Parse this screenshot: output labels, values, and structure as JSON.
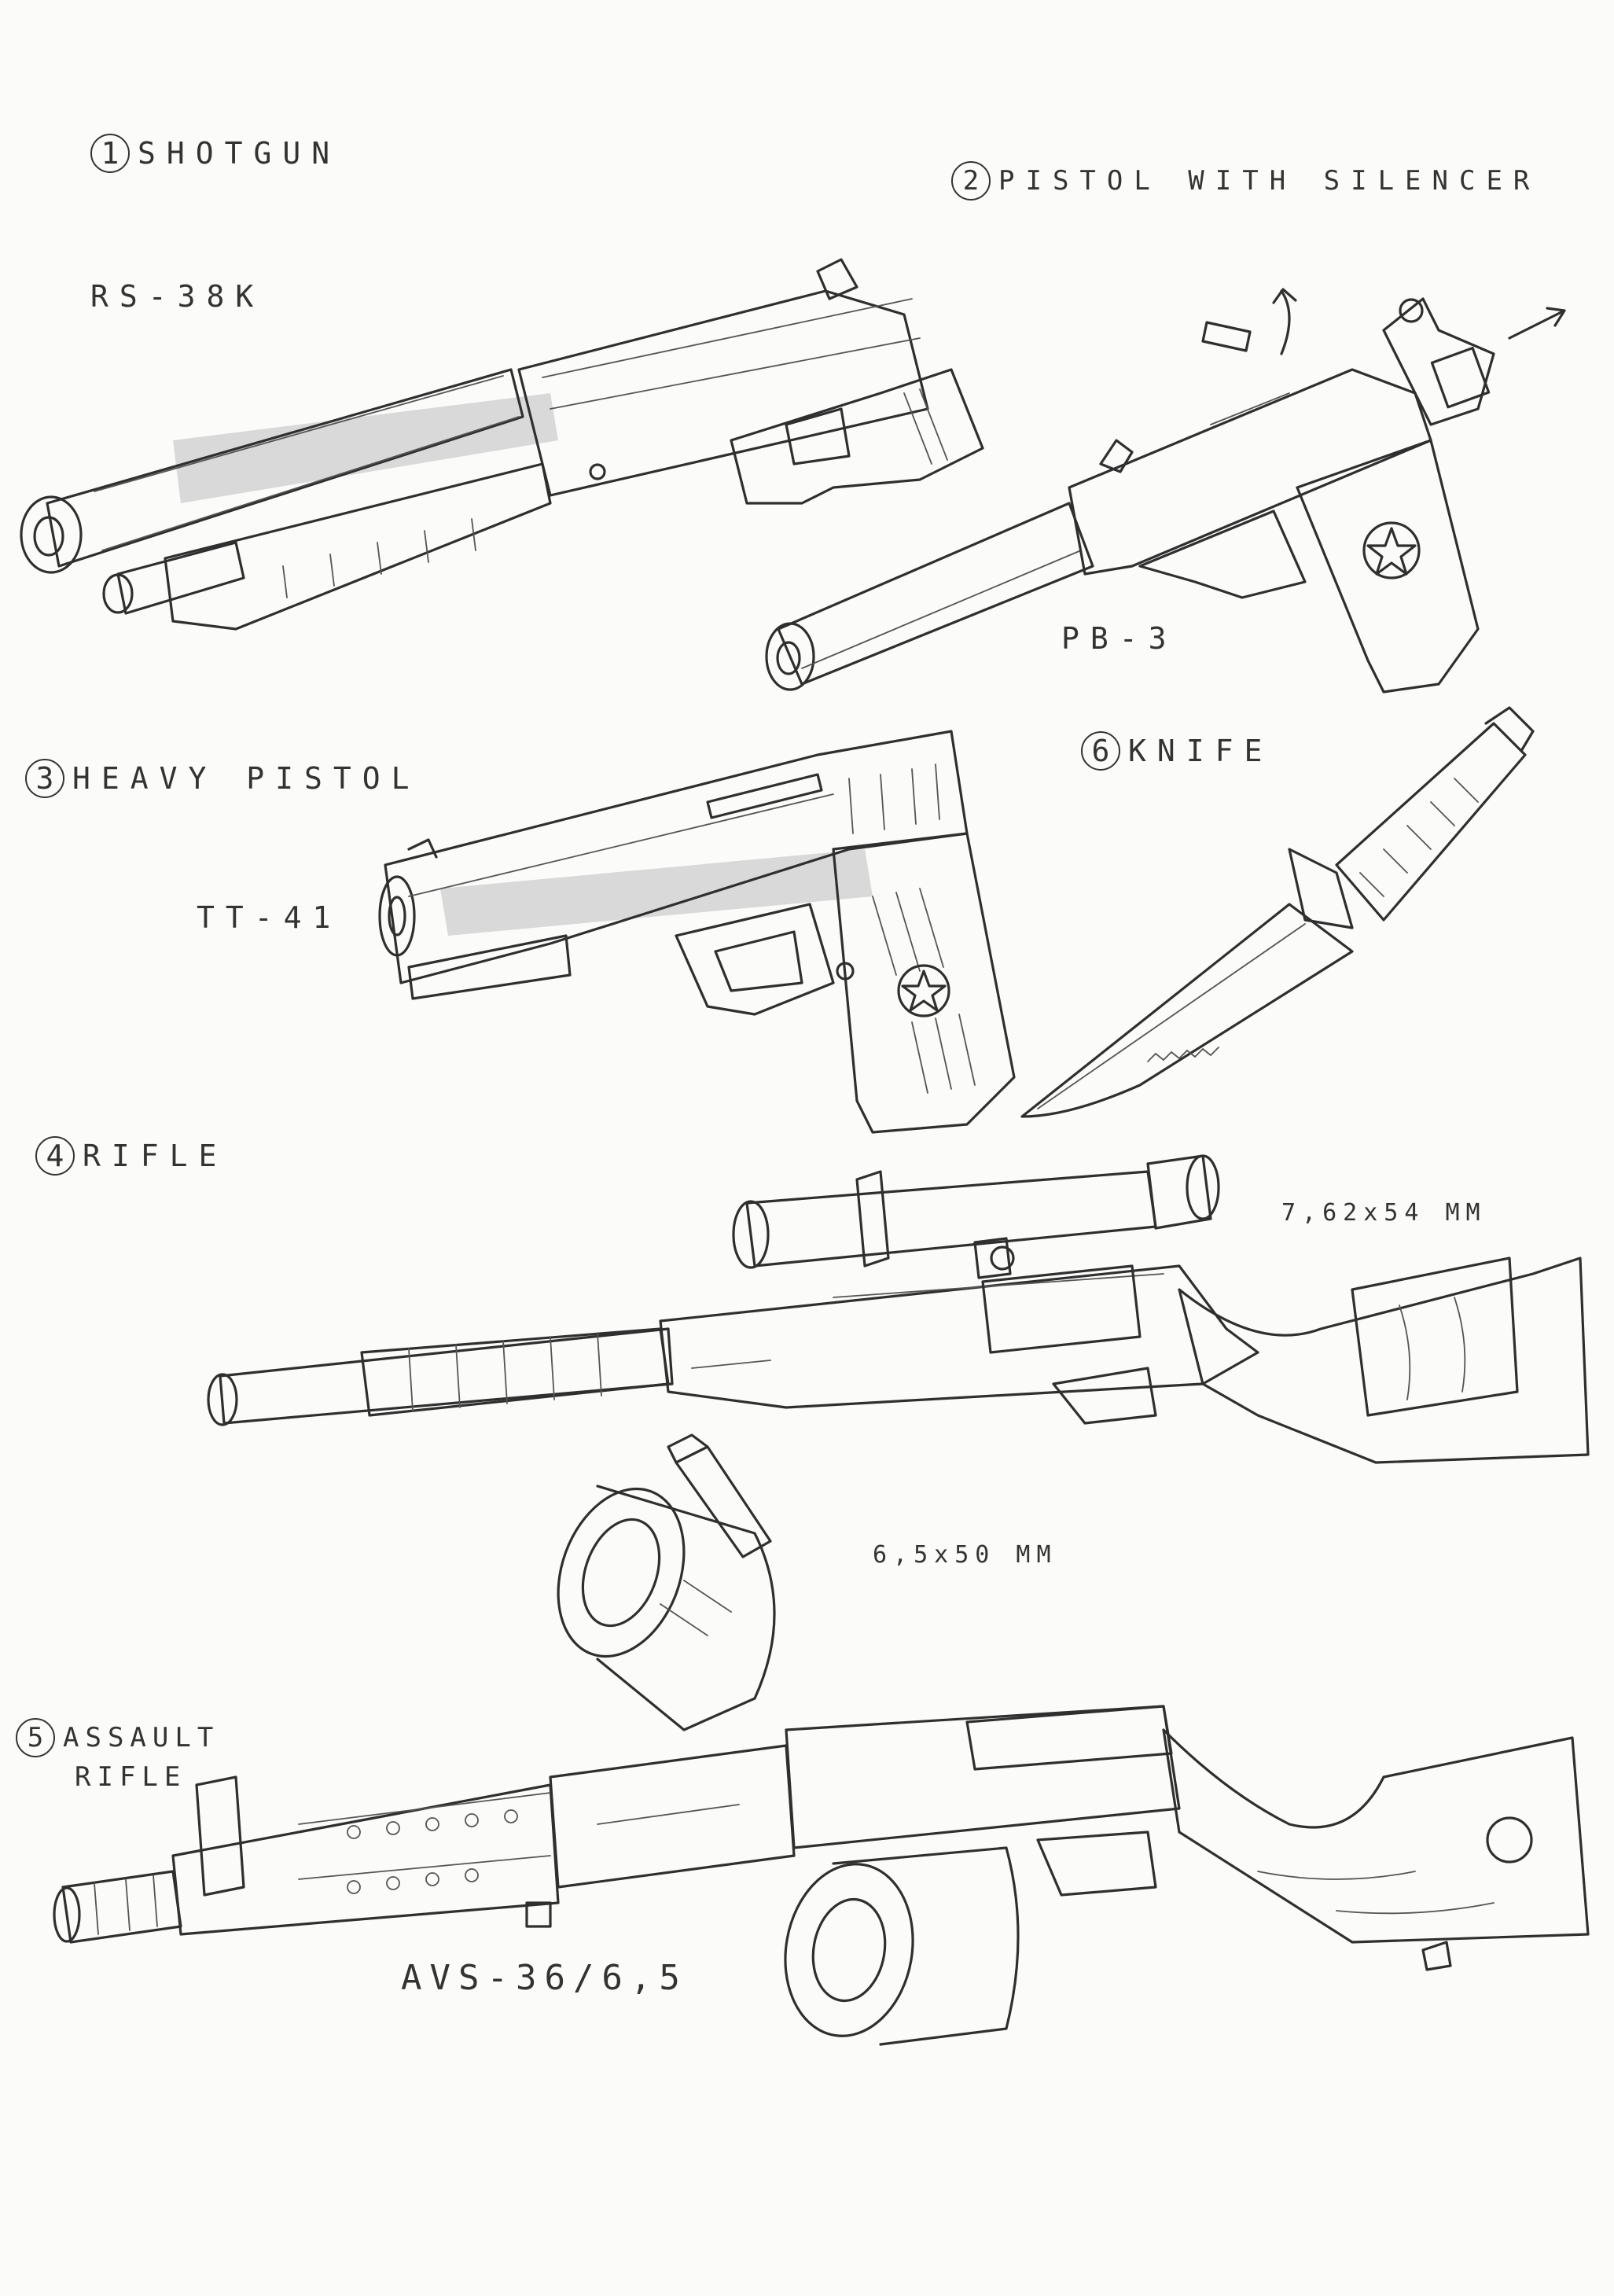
{
  "labels": {
    "item1_number": "1",
    "item1_title": "SHOTGUN",
    "item1_model": "RS-38K",
    "item2_number": "2",
    "item2_title": "PISTOL WITH SILENCER",
    "item2_model": "PB-3",
    "item3_number": "3",
    "item3_title": "HEAVY PISTOL",
    "item3_model": "TT-41",
    "item4_number": "4",
    "item4_title": "RIFLE",
    "item4_caliber": "7,62x54 MM",
    "item5_number": "5",
    "item5_title_line1": "ASSAULT",
    "item5_title_line2": "RIFLE",
    "item5_model": "AVS-36/6,5",
    "item5_caliber": "6,5x50 MM",
    "item6_number": "6",
    "item6_title": "KNIFE"
  },
  "icons": [
    "shotgun-drawing",
    "silenced-pistol-drawing",
    "heavy-pistol-drawing",
    "knife-drawing",
    "sniper-rifle-drawing",
    "drum-magazine-drawing",
    "cartridge-drawing",
    "assault-rifle-drawing",
    "arrow-icon"
  ],
  "colors": {
    "paper": "#fbfbfa",
    "pencil": "#2f2f2f"
  }
}
